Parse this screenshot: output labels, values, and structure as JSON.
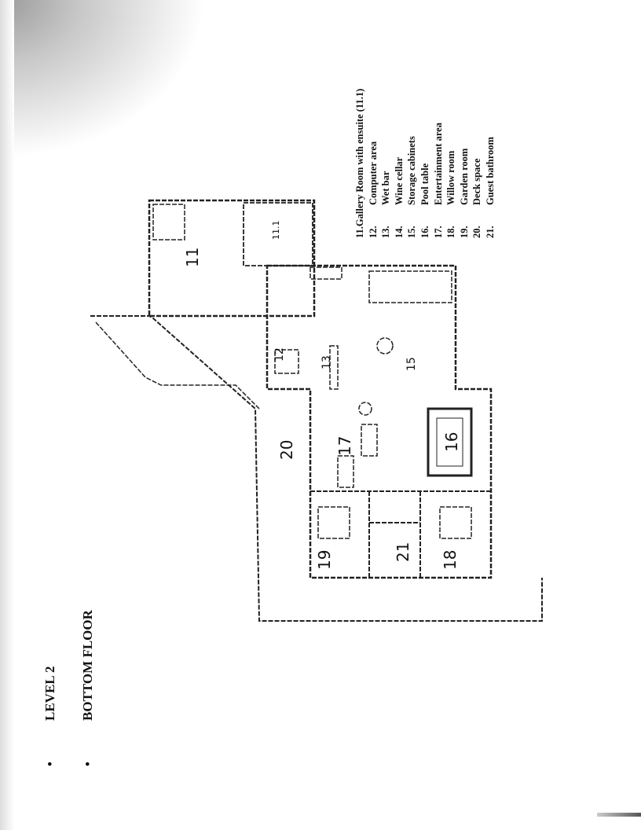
{
  "title": {
    "items": [
      "LEVEL 2",
      "BOTTOM FLOOR"
    ]
  },
  "plan_labels": [
    "11",
    "12",
    "13",
    "15",
    "16",
    "17",
    "18",
    "19",
    "20",
    "21",
    "11.1"
  ],
  "legend": [
    {
      "num": "11.",
      "label": "Gallery Room with ensuite (11.1)"
    },
    {
      "num": "12.",
      "label": "Computer area"
    },
    {
      "num": "13.",
      "label": "Wet bar"
    },
    {
      "num": "14.",
      "label": "Wine cellar"
    },
    {
      "num": "15.",
      "label": "Storage cabinets"
    },
    {
      "num": "16.",
      "label": "Pool table"
    },
    {
      "num": "17.",
      "label": "Entertainment area"
    },
    {
      "num": "18.",
      "label": "Willow room"
    },
    {
      "num": "19.",
      "label": "Garden room"
    },
    {
      "num": "20.",
      "label": "Deck space"
    },
    {
      "num": "21.",
      "label": "Guest bathroom"
    }
  ]
}
